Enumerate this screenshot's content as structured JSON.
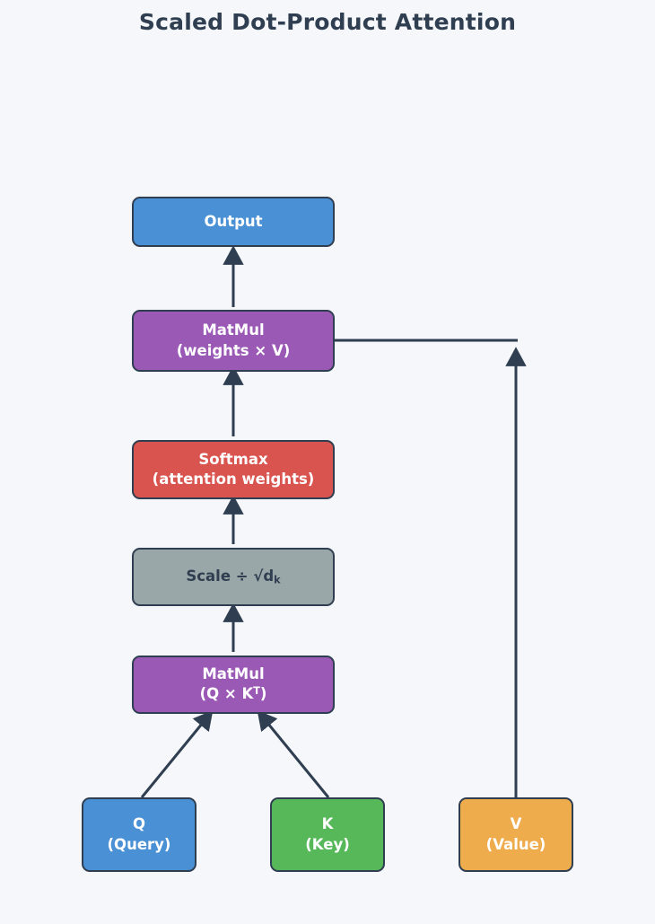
{
  "title": "Scaled Dot-Product Attention",
  "background_color": "#f5f7fa",
  "border_color": "#2f3e50",
  "title_color": "#2f3e50",
  "nodes": {
    "output": {
      "line1": "Output",
      "line2": "",
      "color": "#4a90d4",
      "text_color": "#ffffff"
    },
    "matmul_wv": {
      "line1": "MatMul",
      "line2": "(weights × V)",
      "color": "#9b59b6",
      "text_color": "#ffffff"
    },
    "softmax": {
      "line1": "Softmax",
      "line2": "(attention weights)",
      "color": "#d9534f",
      "text_color": "#ffffff"
    },
    "scale": {
      "line1": "Scale ÷ √d",
      "sub": "k",
      "line2": "",
      "color": "#9aa7a8",
      "text_color": "#2f3e50"
    },
    "matmul_qk": {
      "line1": "MatMul",
      "line2": "(Q × K",
      "sup": "T",
      "line2_tail": ")",
      "color": "#9b59b6",
      "text_color": "#ffffff"
    },
    "query": {
      "line1": "Q",
      "line2": "(Query)",
      "color": "#4a90d4",
      "text_color": "#ffffff"
    },
    "key": {
      "line1": "K",
      "line2": "(Key)",
      "color": "#57b85a",
      "text_color": "#ffffff"
    },
    "value": {
      "line1": "V",
      "line2": "(Value)",
      "color": "#eeac4d",
      "text_color": "#ffffff"
    }
  },
  "edges": [
    {
      "name": "matmul-wv-to-output",
      "from": "matmul_wv",
      "to": "output",
      "style": "arrow"
    },
    {
      "name": "softmax-to-matmul-wv",
      "from": "softmax",
      "to": "matmul_wv",
      "style": "arrow"
    },
    {
      "name": "scale-to-softmax",
      "from": "scale",
      "to": "softmax",
      "style": "arrow"
    },
    {
      "name": "matmul-qk-to-scale",
      "from": "matmul_qk",
      "to": "scale",
      "style": "arrow"
    },
    {
      "name": "query-to-matmul-qk",
      "from": "query",
      "to": "matmul_qk",
      "style": "arrow"
    },
    {
      "name": "key-to-matmul-qk",
      "from": "key",
      "to": "matmul_qk",
      "style": "arrow"
    },
    {
      "name": "value-to-matmul-wv",
      "from": "value",
      "to": "matmul_wv",
      "style": "elbow-arrow"
    }
  ]
}
